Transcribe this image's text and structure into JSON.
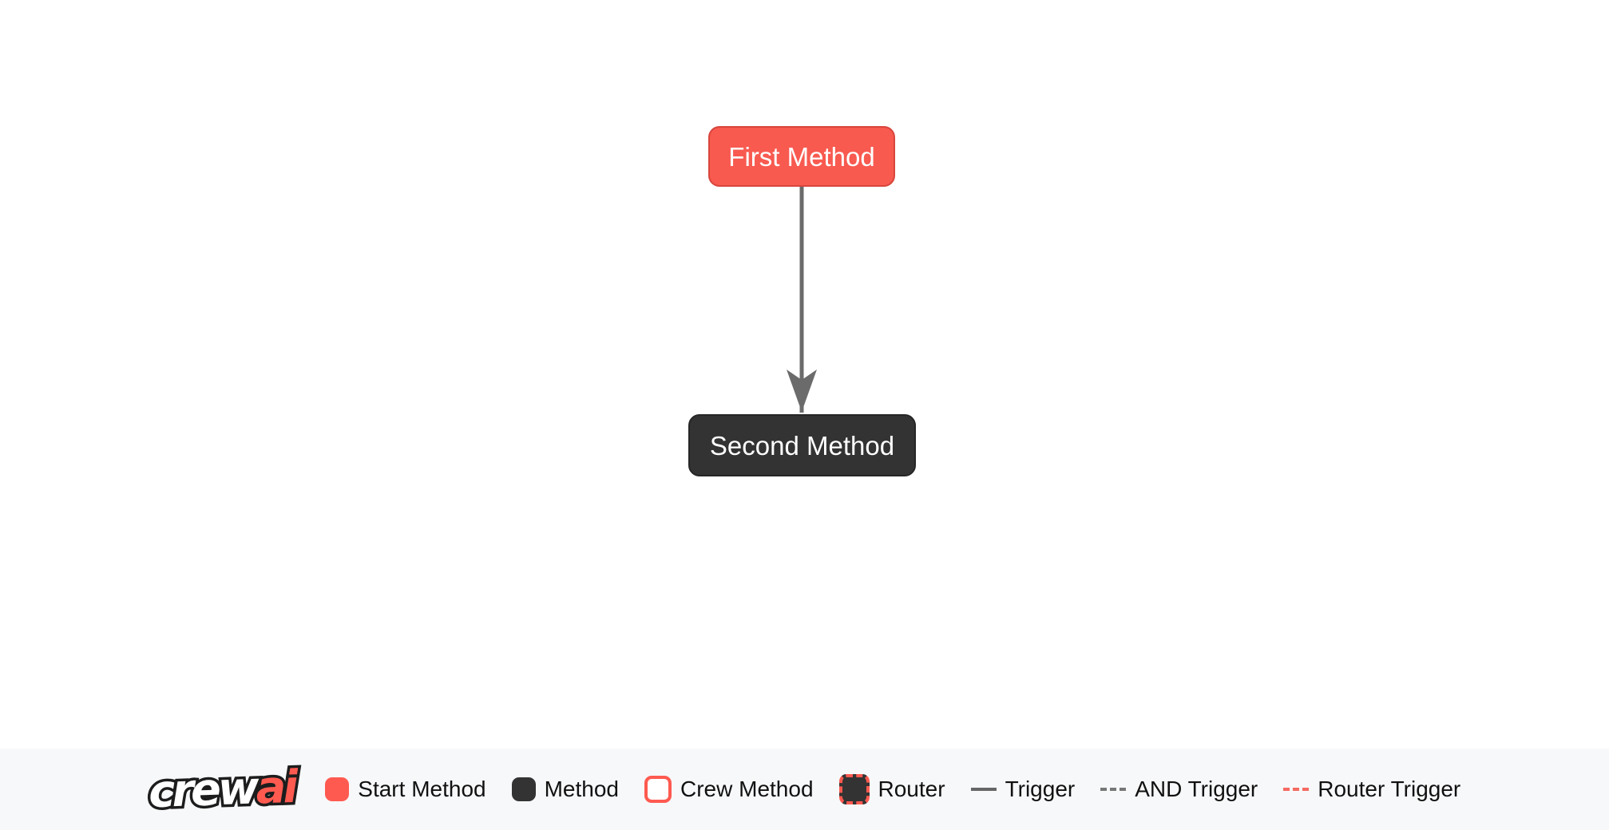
{
  "diagram": {
    "nodes": [
      {
        "id": "first_method",
        "label": "First Method",
        "type": "start-method",
        "fill": "#f85a50",
        "border": "#d8453c",
        "text_color": "#ffffff"
      },
      {
        "id": "second_method",
        "label": "Second Method",
        "type": "method",
        "fill": "#333333",
        "border": "#262626",
        "text_color": "#ffffff"
      }
    ],
    "edges": [
      {
        "from": "first_method",
        "to": "second_method",
        "type": "trigger",
        "color": "#6b6b6b",
        "style": "solid-arrow-down"
      }
    ]
  },
  "footer": {
    "background": "#f7f8fa",
    "logo": {
      "crew": "crew",
      "ai": "ai",
      "accent": "#ff5a50"
    },
    "legend": [
      {
        "label": "Start Method",
        "swatch": "red-rounded-square",
        "color": "#ff5a50"
      },
      {
        "label": "Method",
        "swatch": "dark-rounded-square",
        "color": "#333333"
      },
      {
        "label": "Crew Method",
        "swatch": "white-square-red-border",
        "color": "#ff5a50"
      },
      {
        "label": "Router",
        "swatch": "dark-square-red-dashed",
        "color": "#333333"
      },
      {
        "label": "Trigger",
        "swatch": "solid-gray-line",
        "color": "#666666"
      },
      {
        "label": "AND Trigger",
        "swatch": "dashed-gray-line",
        "color": "#777777"
      },
      {
        "label": "Router Trigger",
        "swatch": "dashed-red-line",
        "color": "#f56a62"
      }
    ]
  }
}
